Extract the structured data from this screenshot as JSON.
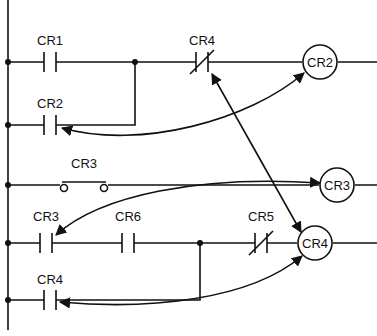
{
  "diagram": {
    "nodes": [
      {
        "text": [
          "CR2"
        ]
      },
      {
        "text": [
          "CR3"
        ]
      },
      {
        "text": [
          "CR4"
        ]
      }
    ],
    "labels": [
      "CR1",
      "CR4",
      "CR2",
      "CR3",
      "CR3",
      "CR6",
      "CR5",
      "CR4"
    ]
  }
}
